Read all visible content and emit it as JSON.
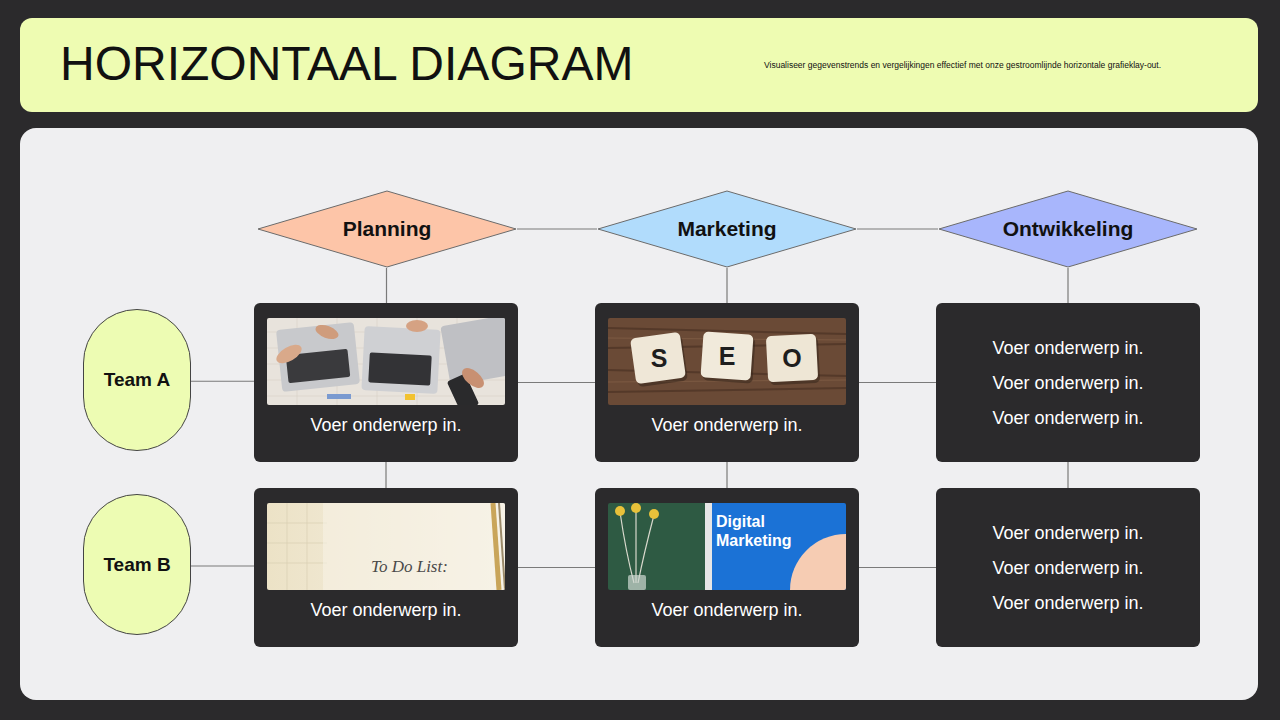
{
  "diagram": {
    "title": "HORIZONTAAL DIAGRAM",
    "caption": "Visualiseer gegevenstrends en vergelijkingen effectief met onze gestroomlijnde horizontale grafieklay-out.",
    "nodes": [
      {
        "text": [
          "Planning"
        ]
      },
      {
        "text": [
          "Marketing"
        ]
      },
      {
        "text": [
          "Ontwikkeling"
        ]
      },
      {
        "text": [
          "Team A"
        ]
      },
      {
        "text": [
          "Voer onderwerp in."
        ]
      },
      {
        "text": [
          "Voer onderwerp in."
        ]
      },
      {
        "text": [
          "Voer onderwerp in.",
          "Voer onderwerp in.",
          "Voer onderwerp in."
        ]
      },
      {
        "text": [
          "Team B"
        ]
      },
      {
        "text": [
          "Voer onderwerp in."
        ]
      },
      {
        "text": [
          "Voer onderwerp in."
        ]
      },
      {
        "text": [
          "Voer onderwerp in.",
          "Voer onderwerp in.",
          "Voer onderwerp in."
        ]
      }
    ],
    "edges": [
      {
        "from": 0,
        "to": 1,
        "arrow": "none"
      },
      {
        "from": 1,
        "to": 2,
        "arrow": "none"
      },
      {
        "from": 0,
        "to": 4,
        "arrow": "none"
      },
      {
        "from": 1,
        "to": 5,
        "arrow": "none"
      },
      {
        "from": 2,
        "to": 6,
        "arrow": "none"
      },
      {
        "from": 3,
        "to": 4,
        "arrow": "none"
      },
      {
        "from": 4,
        "to": 5,
        "arrow": "none"
      },
      {
        "from": 5,
        "to": 6,
        "arrow": "none"
      },
      {
        "from": 4,
        "to": 8,
        "arrow": "none"
      },
      {
        "from": 5,
        "to": 9,
        "arrow": "none"
      },
      {
        "from": 6,
        "to": 10,
        "arrow": "none"
      },
      {
        "from": 7,
        "to": 8,
        "arrow": "none"
      },
      {
        "from": 8,
        "to": 9,
        "arrow": "none"
      },
      {
        "from": 9,
        "to": 10,
        "arrow": "none"
      }
    ],
    "labels": [
      "S",
      "E",
      "O",
      "To Do List:",
      "Digital Marketing"
    ]
  }
}
